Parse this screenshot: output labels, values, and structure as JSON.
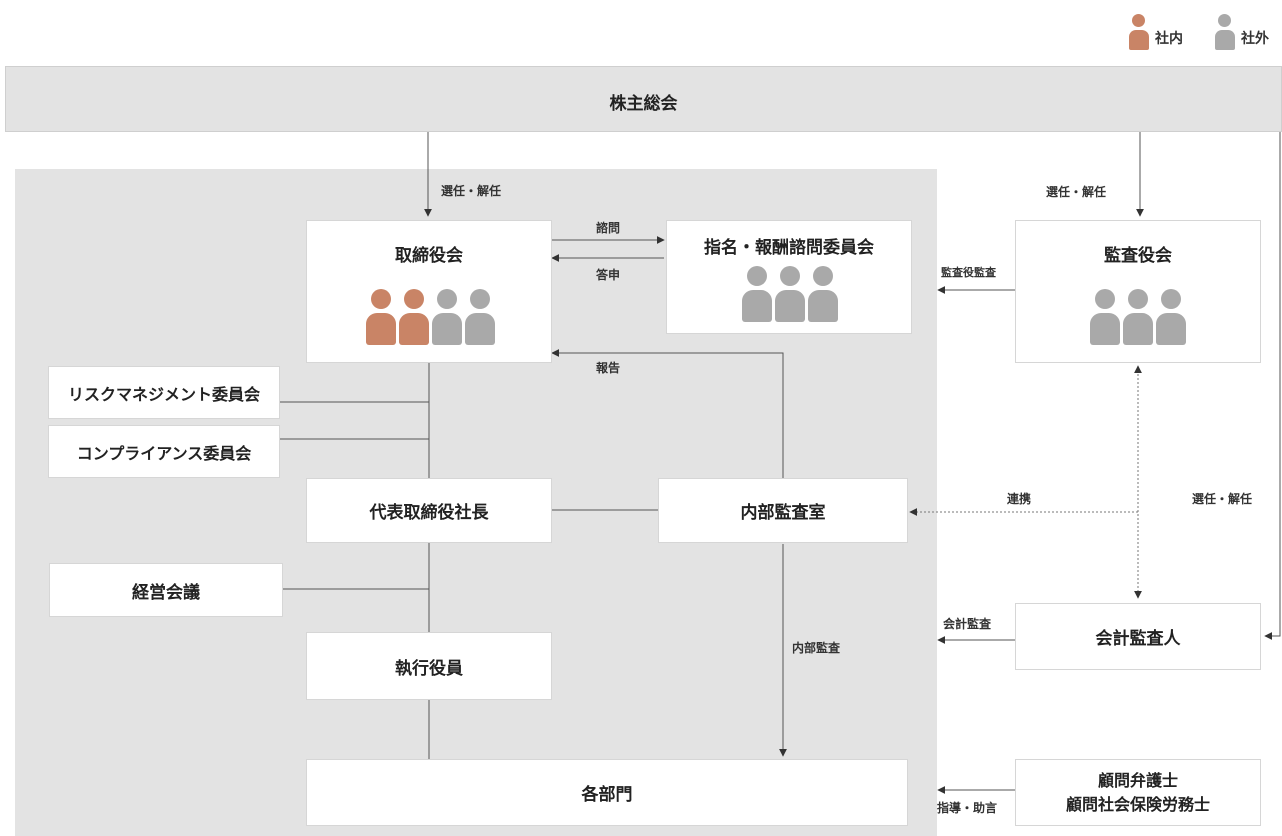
{
  "legend": {
    "inside": "社内",
    "outside": "社外"
  },
  "shareholders": "株主総会",
  "board": "取締役会",
  "nomination_committee": "指名・報酬諮問委員会",
  "audit_board": "監査役会",
  "risk_committee": "リスクマネジメント委員会",
  "compliance_committee": "コンプライアンス委員会",
  "president": "代表取締役社長",
  "internal_audit_office": "内部監査室",
  "management_meeting": "経営会議",
  "executive_officers": "執行役員",
  "departments": "各部門",
  "accounting_auditor": "会計監査人",
  "advisors": {
    "line1": "顧問弁護士",
    "line2": "顧問社会保険労務士"
  },
  "edge_labels": {
    "elect_dismiss_board": "選任・解任",
    "elect_dismiss_audit": "選任・解任",
    "elect_dismiss_accountant": "選任・解任",
    "consult": "諮問",
    "report_back": "答申",
    "report": "報告",
    "auditor_audit": "監査役監査",
    "cooperation": "連携",
    "internal_audit": "内部監査",
    "accounting_audit": "会計監査",
    "guidance": "指導・助言"
  },
  "people": {
    "board": [
      "inside",
      "inside",
      "outside",
      "outside"
    ],
    "nomination_committee": [
      "outside",
      "outside",
      "outside"
    ],
    "audit_board": [
      "outside",
      "outside",
      "outside"
    ]
  },
  "colors": {
    "inside": "#c98466",
    "outside": "#a9a9a9",
    "region": "#e3e3e3"
  }
}
